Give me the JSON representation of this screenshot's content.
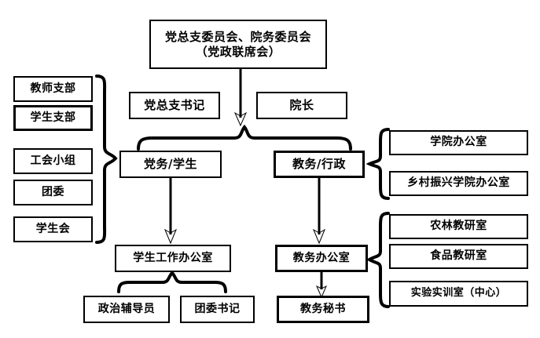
{
  "diagram": {
    "title_node": {
      "label": "党总支委员会、院务委员会\n（党政联席会）"
    },
    "leader_nodes": [
      {
        "label": "党总支书记"
      },
      {
        "label": "院长"
      }
    ],
    "branch_nodes": [
      {
        "label": "党务/学生"
      },
      {
        "label": "教务/行政"
      }
    ],
    "party_groups": [
      {
        "label": "教师支部"
      },
      {
        "label": "学生支部"
      },
      {
        "label": "工会小组"
      },
      {
        "label": "团委"
      },
      {
        "label": "学生会"
      }
    ],
    "admin_offices": [
      {
        "label": "学院办公室"
      },
      {
        "label": "乡村振兴学院办公室"
      }
    ],
    "teaching_units": [
      {
        "label": "农林教研室"
      },
      {
        "label": "食品教研室"
      },
      {
        "label": "实验实训室（中心）"
      }
    ],
    "office_nodes": [
      {
        "label": "学生工作办公室"
      },
      {
        "label": "教务办公室"
      }
    ],
    "staff_nodes": [
      {
        "label": "政治辅导员"
      },
      {
        "label": "团委书记"
      },
      {
        "label": "教务秘书"
      }
    ],
    "colors": {
      "stroke": "#000000",
      "fill": "#ffffff",
      "text": "#000000"
    }
  }
}
